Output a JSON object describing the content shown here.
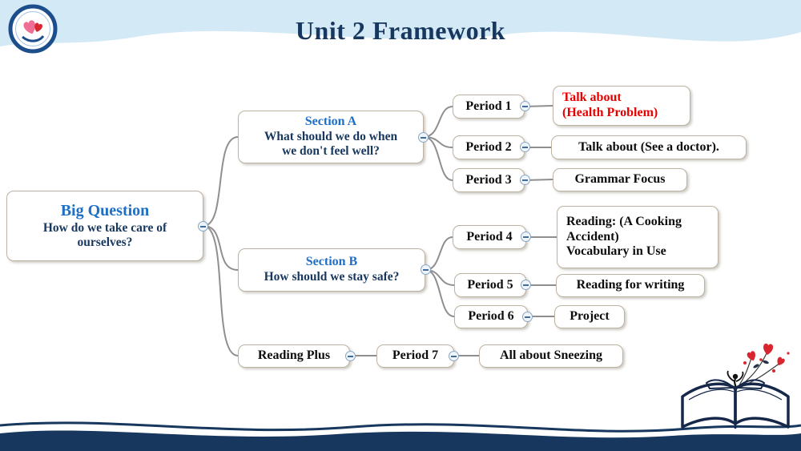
{
  "slide": {
    "title": "Unit 2 Framework"
  },
  "colors": {
    "title_navy": "#17375e",
    "node_blue": "#1f6fc5",
    "text_navy": "#17375e",
    "accent_red": "#e80000",
    "line_gray": "#8f8f8f",
    "border_tan": "#beb3a2",
    "wave_light": "#d3e9f6",
    "wave_navy": "#17375e",
    "toggle_blue": "#3e6d9c",
    "toggle_bg": "#eef4fa",
    "toggle_border": "#87a6c2"
  },
  "icons": {
    "collapse": "minus-circle-icon",
    "logo": "school-logo",
    "book": "open-book-clipart"
  },
  "mindmap": {
    "root": {
      "title": "Big Question",
      "subtitle": "How do we take care of\nourselves?"
    },
    "branches": [
      {
        "title": "Section A",
        "subtitle": "What should we do when\nwe don't feel well?",
        "children": [
          {
            "label": "Period 1",
            "content": "Talk about\n(Health Problem)"
          },
          {
            "label": "Period 2",
            "content": "Talk about (See a doctor)."
          },
          {
            "label": "Period 3",
            "content": "Grammar Focus"
          }
        ]
      },
      {
        "title": "Section B",
        "subtitle": "How should we stay safe?",
        "children": [
          {
            "label": "Period 4",
            "content": "Reading: (A Cooking\nAccident)\nVocabulary in Use"
          },
          {
            "label": "Period 5",
            "content": "Reading for writing"
          },
          {
            "label": "Period 6",
            "content": "Project"
          }
        ]
      },
      {
        "title": "Reading Plus",
        "children": [
          {
            "label": "Period 7",
            "content": "All about Sneezing"
          }
        ]
      }
    ]
  }
}
